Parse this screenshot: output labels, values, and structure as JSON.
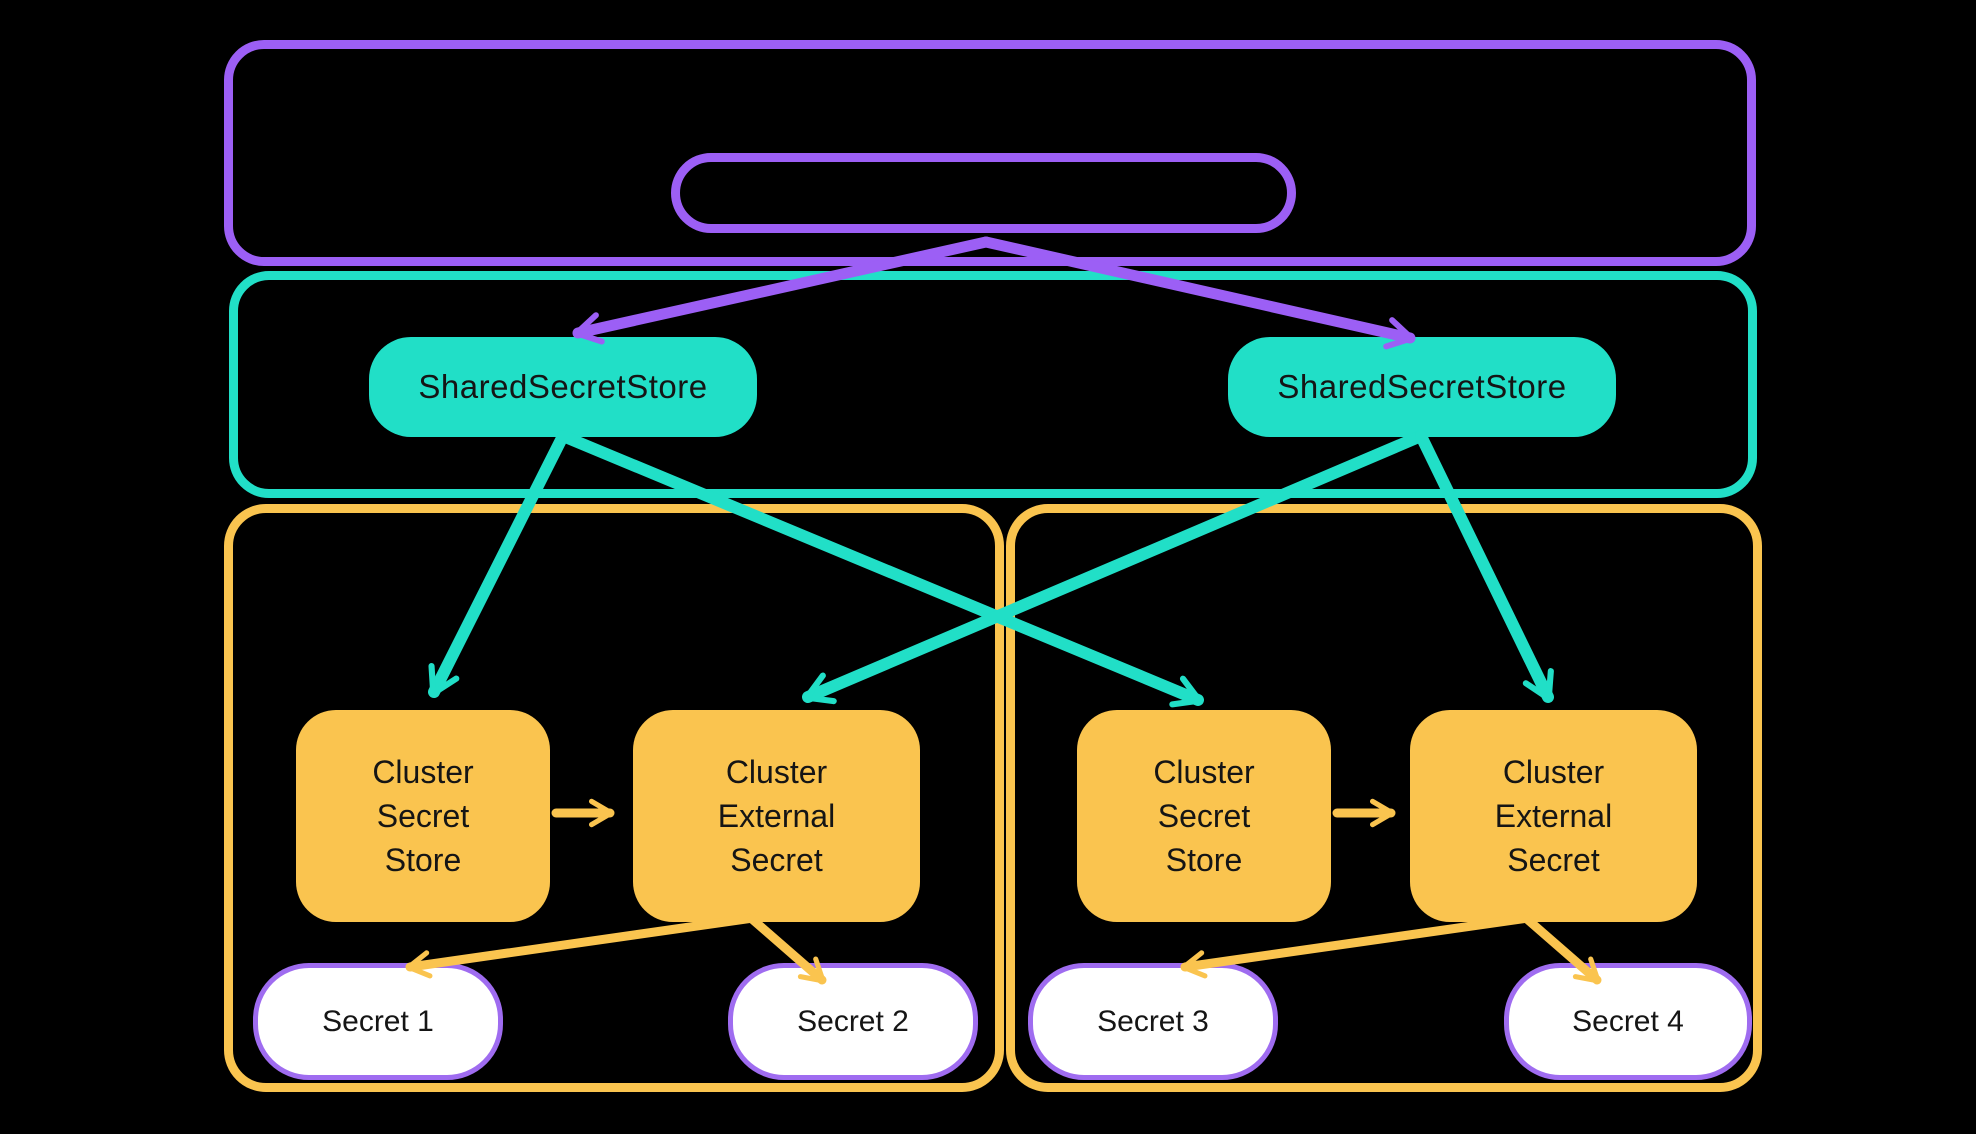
{
  "colors": {
    "background": "#000000",
    "purple": "#9C5FF5",
    "teal": "#21DFC7",
    "yellow": "#FAC44F",
    "secret_border": "#9F6CF0",
    "node_text": "#151515",
    "secret_fill": "#FFFFFF"
  },
  "nodes": {
    "shared_store_left": {
      "label": "SharedSecretStore"
    },
    "shared_store_right": {
      "label": "SharedSecretStore"
    },
    "cluster_secret_store_left": {
      "label": "Cluster\nSecret\nStore"
    },
    "cluster_external_secret_left": {
      "label": "Cluster\nExternal\nSecret"
    },
    "cluster_secret_store_right": {
      "label": "Cluster\nSecret\nStore"
    },
    "cluster_external_secret_right": {
      "label": "Cluster\nExternal\nSecret"
    },
    "secret_1": {
      "label": "Secret 1"
    },
    "secret_2": {
      "label": "Secret 2"
    },
    "secret_3": {
      "label": "Secret 3"
    },
    "secret_4": {
      "label": "Secret 4"
    }
  },
  "edges": [
    {
      "from": "control-pill",
      "to": "shared-secret-store-left",
      "color": "purple"
    },
    {
      "from": "control-pill",
      "to": "shared-secret-store-right",
      "color": "purple"
    },
    {
      "from": "shared-secret-store-left",
      "to": "cluster-secret-store-left",
      "color": "teal"
    },
    {
      "from": "shared-secret-store-left",
      "to": "cluster-secret-store-right",
      "color": "teal"
    },
    {
      "from": "shared-secret-store-right",
      "to": "cluster-external-secret-left",
      "color": "teal"
    },
    {
      "from": "shared-secret-store-right",
      "to": "cluster-external-secret-right",
      "color": "teal"
    },
    {
      "from": "cluster-secret-store-left",
      "to": "cluster-external-secret-left",
      "color": "yellow"
    },
    {
      "from": "cluster-secret-store-right",
      "to": "cluster-external-secret-right",
      "color": "yellow"
    },
    {
      "from": "cluster-external-secret-left",
      "to": "secret-1",
      "color": "yellow"
    },
    {
      "from": "cluster-external-secret-left",
      "to": "secret-2",
      "color": "yellow"
    },
    {
      "from": "cluster-external-secret-right",
      "to": "secret-3",
      "color": "yellow"
    },
    {
      "from": "cluster-external-secret-right",
      "to": "secret-4",
      "color": "yellow"
    }
  ]
}
